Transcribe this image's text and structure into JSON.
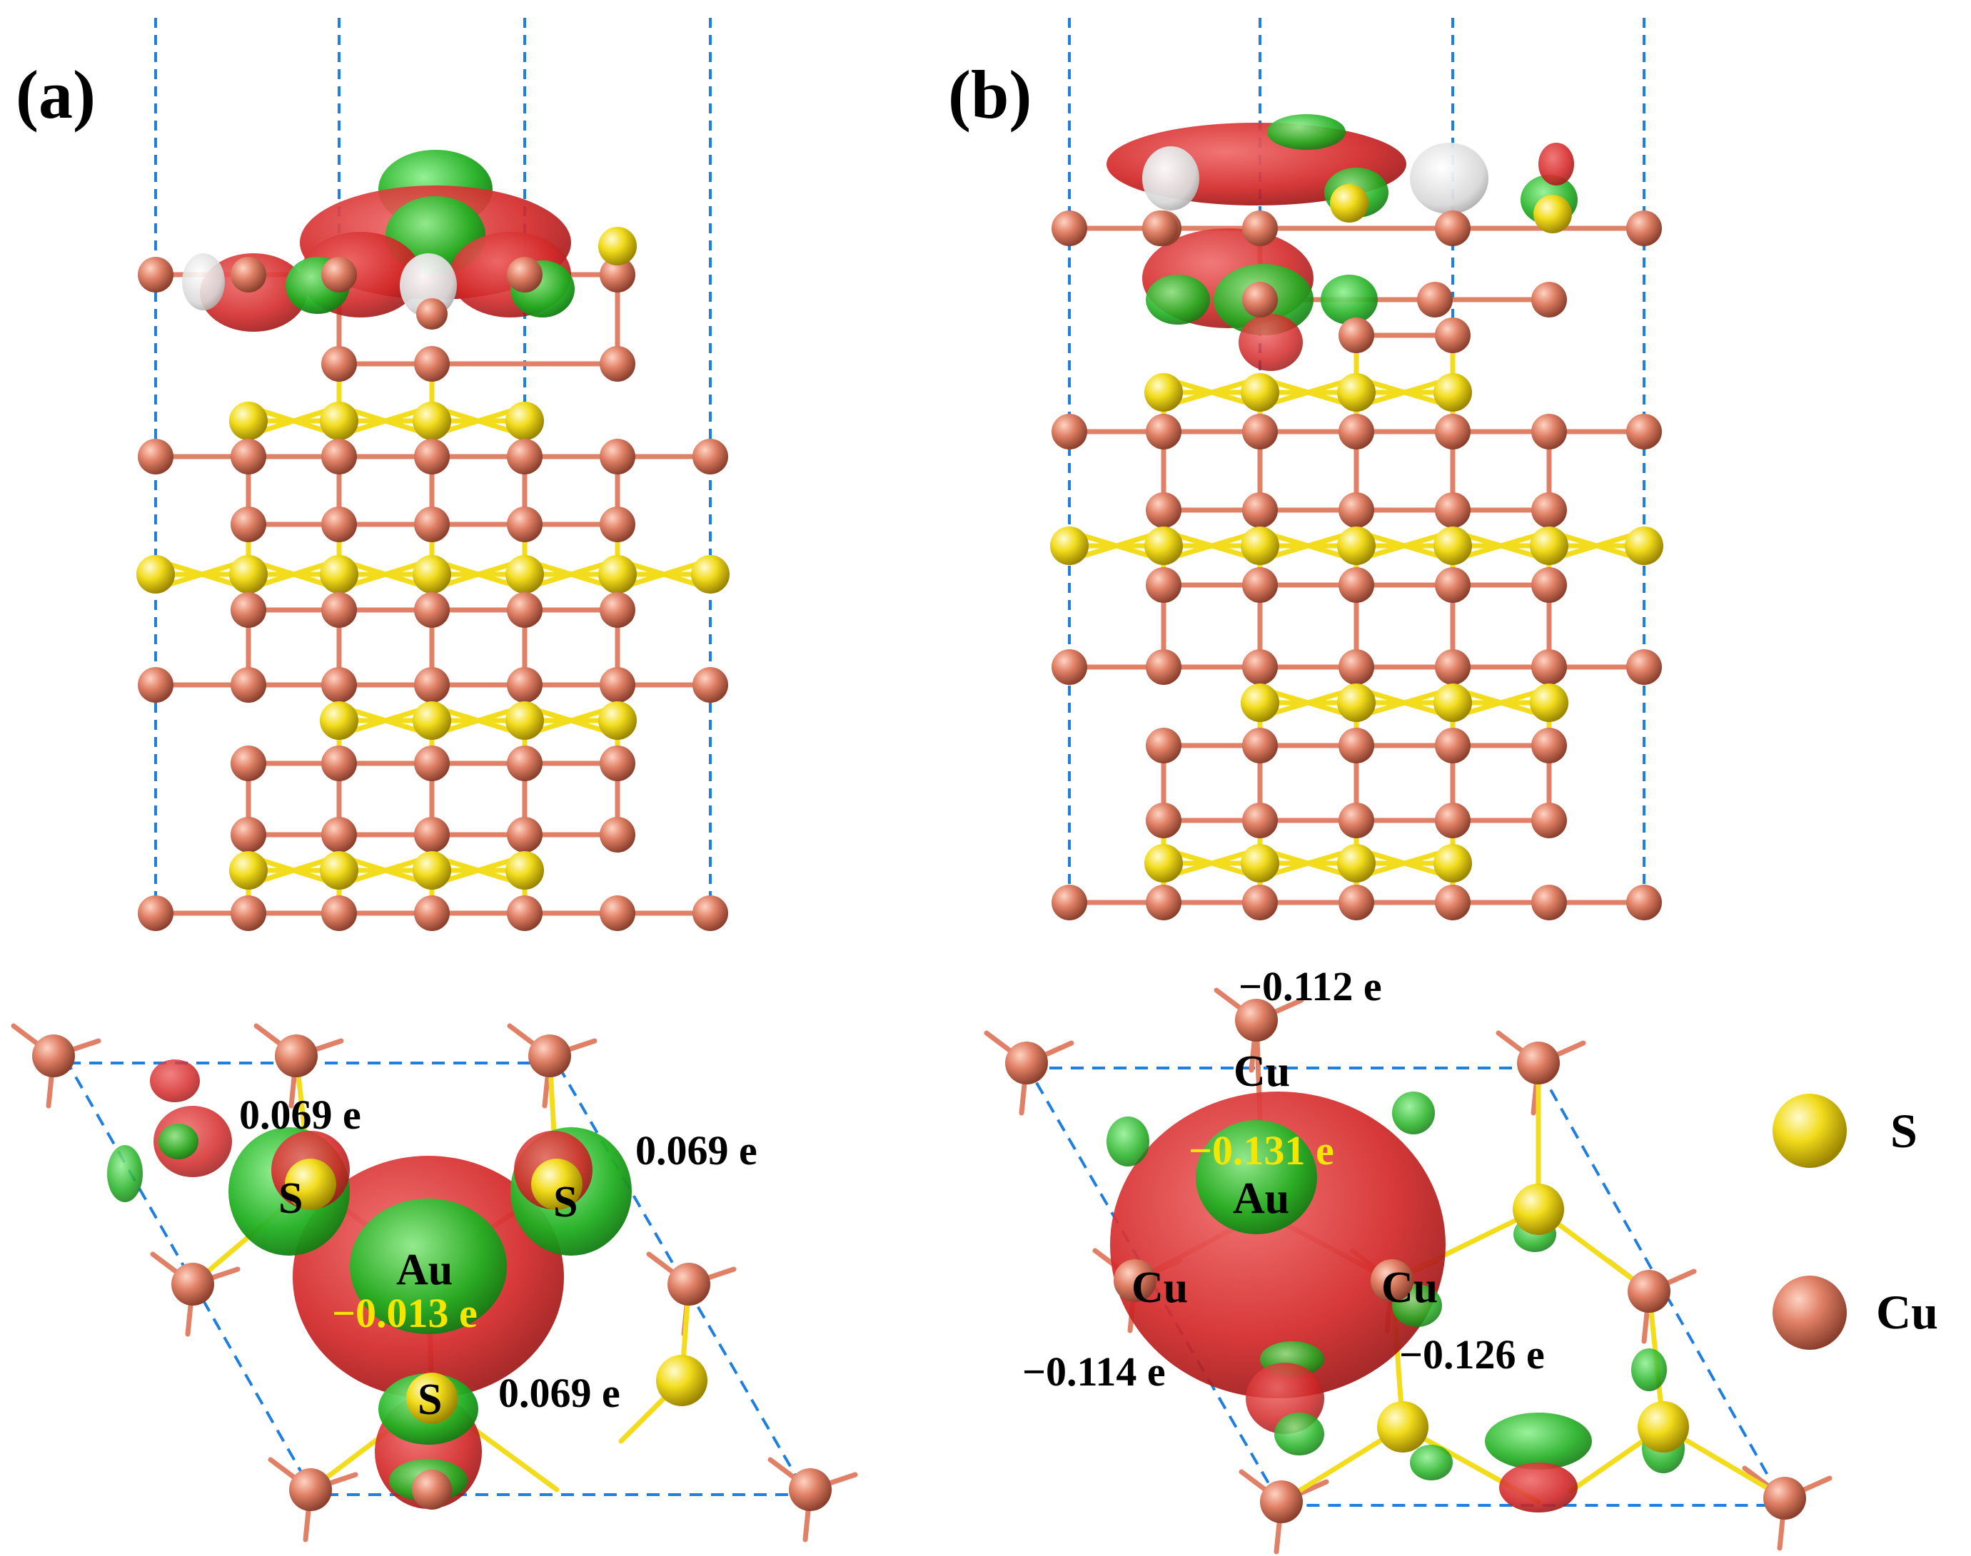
{
  "panels": [
    {
      "label": "(a)",
      "top_view": {
        "atom_labels": {
          "center": "Au",
          "s1": "S",
          "s2": "S",
          "s3": "S"
        },
        "charges": {
          "center": "−0.013 e",
          "s1": "0.069 e",
          "s2": "0.069 e",
          "s3": "0.069 e"
        }
      }
    },
    {
      "label": "(b)",
      "top_view": {
        "atom_labels": {
          "center": "Au",
          "cu_top": "Cu",
          "cu_left": "Cu",
          "cu_right": "Cu"
        },
        "charges": {
          "center": "−0.131 e",
          "cu_top": "−0.112 e",
          "cu_left": "−0.114 e",
          "cu_right": "−0.126 e"
        }
      }
    }
  ],
  "legend": [
    {
      "label": "S",
      "color": "#f2dc1c"
    },
    {
      "label": "Cu",
      "color": "#e08066"
    }
  ],
  "colors": {
    "S": "#f2dc1c",
    "Cu": "#e08066",
    "bond_S": "#f2dc1c",
    "bond_Cu": "#e08066",
    "cell": "#1e7fe0",
    "accumulation": "#d42a2a",
    "depletion": "#22b022",
    "center_charge": "#f5e600"
  }
}
